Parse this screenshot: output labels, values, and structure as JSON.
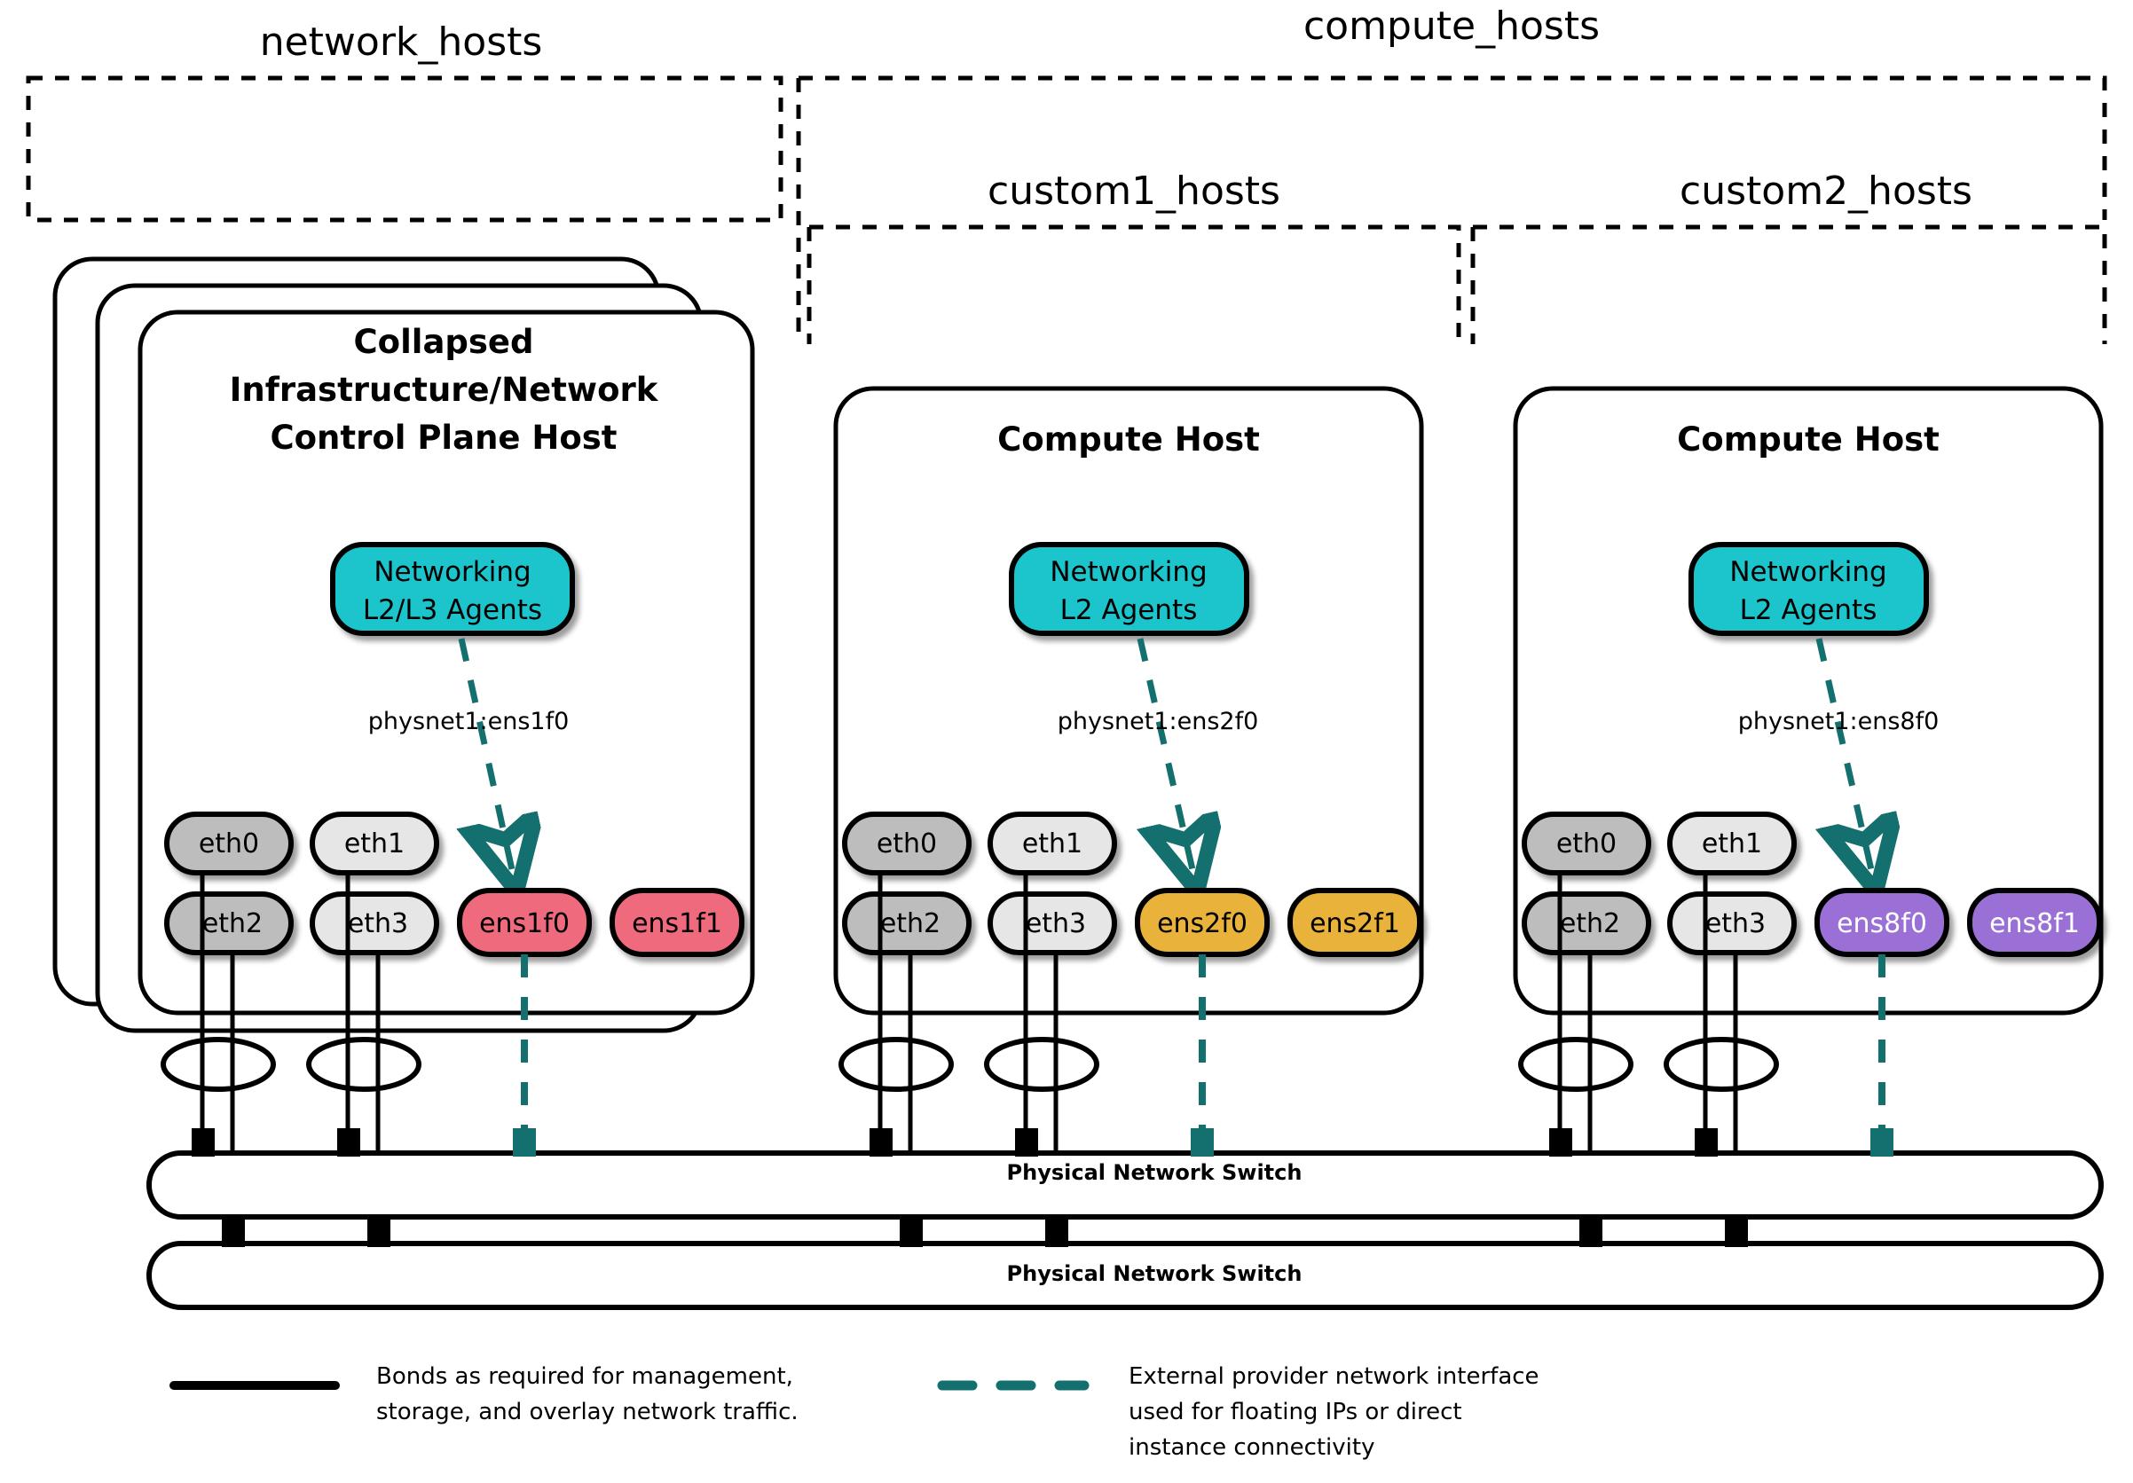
{
  "groups": [
    {
      "id": "network_hosts",
      "label": "network_hosts"
    },
    {
      "id": "compute_hosts",
      "label": "compute_hosts"
    },
    {
      "id": "custom1_hosts",
      "label": "custom1_hosts"
    },
    {
      "id": "custom2_hosts",
      "label": "custom2_hosts"
    }
  ],
  "hosts": [
    {
      "id": "collapsed-control-plane-host",
      "title_lines": [
        "Collapsed",
        "Infrastructure/Network",
        "Control Plane Host"
      ],
      "stacked": true,
      "agent": {
        "lines": [
          "Networking",
          "L2/L3 Agents"
        ],
        "color": "#1BC5CC"
      },
      "physnet_label": "physnet1:ens1f0",
      "nics_top": [
        {
          "name": "eth0",
          "color": "#BDBDBD",
          "text_color": "#000000"
        },
        {
          "name": "eth1",
          "color": "#E6E6E6",
          "text_color": "#000000"
        }
      ],
      "nics_bottom": [
        {
          "name": "eth2",
          "color": "#BDBDBD",
          "text_color": "#000000"
        },
        {
          "name": "eth3",
          "color": "#E6E6E6",
          "text_color": "#000000"
        },
        {
          "name": "ens1f0",
          "color": "#F06A7E",
          "text_color": "#000000"
        },
        {
          "name": "ens1f1",
          "color": "#F06A7E",
          "text_color": "#000000"
        }
      ]
    },
    {
      "id": "compute-host-1",
      "title_lines": [
        "Compute Host"
      ],
      "stacked": false,
      "agent": {
        "lines": [
          "Networking",
          "L2 Agents"
        ],
        "color": "#1BC5CC"
      },
      "physnet_label": "physnet1:ens2f0",
      "nics_top": [
        {
          "name": "eth0",
          "color": "#BDBDBD",
          "text_color": "#000000"
        },
        {
          "name": "eth1",
          "color": "#E6E6E6",
          "text_color": "#000000"
        }
      ],
      "nics_bottom": [
        {
          "name": "eth2",
          "color": "#BDBDBD",
          "text_color": "#000000"
        },
        {
          "name": "eth3",
          "color": "#E6E6E6",
          "text_color": "#000000"
        },
        {
          "name": "ens2f0",
          "color": "#E8B23A",
          "text_color": "#000000"
        },
        {
          "name": "ens2f1",
          "color": "#E8B23A",
          "text_color": "#000000"
        }
      ]
    },
    {
      "id": "compute-host-2",
      "title_lines": [
        "Compute Host"
      ],
      "stacked": false,
      "agent": {
        "lines": [
          "Networking",
          "L2 Agents"
        ],
        "color": "#1BC5CC"
      },
      "physnet_label": "physnet1:ens8f0",
      "nics_top": [
        {
          "name": "eth0",
          "color": "#BDBDBD",
          "text_color": "#000000"
        },
        {
          "name": "eth1",
          "color": "#E6E6E6",
          "text_color": "#000000"
        }
      ],
      "nics_bottom": [
        {
          "name": "eth2",
          "color": "#BDBDBD",
          "text_color": "#000000"
        },
        {
          "name": "eth3",
          "color": "#E6E6E6",
          "text_color": "#000000"
        },
        {
          "name": "ens8f0",
          "color": "#9B6FD6",
          "text_color": "#FFFFFF"
        },
        {
          "name": "ens8f1",
          "color": "#9B6FD6",
          "text_color": "#FFFFFF"
        }
      ]
    }
  ],
  "switches": [
    {
      "id": "switch-top",
      "label": "Physical Network Switch"
    },
    {
      "id": "switch-bottom",
      "label": "Physical Network Switch"
    }
  ],
  "legend": [
    {
      "id": "legend-bonds",
      "style": "solid",
      "color": "#000000",
      "lines": [
        "Bonds as required for management,",
        "storage, and overlay network traffic."
      ]
    },
    {
      "id": "legend-external",
      "style": "dashed",
      "color": "#14706E",
      "lines": [
        "External provider network interface",
        "used for floating IPs or direct",
        "instance connectivity"
      ]
    }
  ],
  "colors": {
    "agent_teal": "#1BC5CC",
    "dash_teal": "#14706E",
    "nic_dark_gray": "#BDBDBD",
    "nic_light_gray": "#E6E6E6",
    "nic_pink": "#F06A7E",
    "nic_orange": "#E8B23A",
    "nic_purple": "#9B6FD6",
    "stroke_black": "#000000",
    "background": "#FFFFFF"
  }
}
